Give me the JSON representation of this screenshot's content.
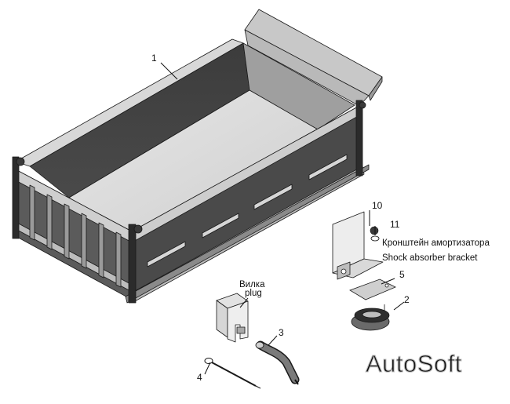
{
  "callouts": [
    {
      "id": "1",
      "text": "1"
    },
    {
      "id": "2",
      "text": "2"
    },
    {
      "id": "3",
      "text": "3"
    },
    {
      "id": "4",
      "text": "4"
    },
    {
      "id": "5",
      "text": "5"
    },
    {
      "id": "10",
      "text": "10"
    },
    {
      "id": "11",
      "text": "11"
    }
  ],
  "labels": {
    "plug_ru": "Вилка",
    "plug_en": "plug",
    "bracket_ru": "Кронштейн амортизатора",
    "bracket_en": "Shock absorber bracket"
  },
  "watermark": "AutoSoft"
}
